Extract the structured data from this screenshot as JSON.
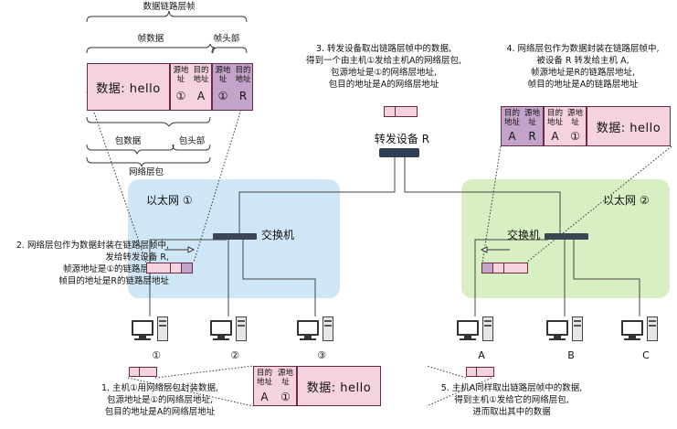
{
  "top_frame": {
    "title": "数据链路层帧",
    "frame_data_label": "帧数据",
    "frame_header_label": "帧头部",
    "packet_data_label": "包数据",
    "packet_header_label": "包头部",
    "network_packet_label": "网络层包",
    "data_cell": "数据: hello",
    "src_addr_label": "源地址",
    "dst_addr_label": "目的地址",
    "src_value": "①",
    "dst_value": "A",
    "frame_src_label": "源地址",
    "frame_dst_label": "目的地址",
    "frame_src_value": "①",
    "frame_dst_value": "R"
  },
  "right_frame": {
    "dst_label": "目的地址",
    "src_label": "源地址",
    "dst_value": "A",
    "src_value": "R",
    "pkt_dst_label": "目的地址",
    "pkt_src_label": "源地址",
    "pkt_dst_value": "A",
    "pkt_src_value": "①",
    "data_cell": "数据: hello"
  },
  "bottom_packet": {
    "dst_label": "目的地址",
    "src_label": "源地址",
    "dst_value": "A",
    "src_value": "①",
    "data_cell": "数据: hello"
  },
  "router": {
    "label": "转发设备 R"
  },
  "networks": {
    "left": "以太网 ①",
    "right": "以太网 ②"
  },
  "switches": {
    "left": "交换机",
    "right": "交换机"
  },
  "hosts": [
    "①",
    "②",
    "③",
    "A",
    "B",
    "C"
  ],
  "steps": {
    "s1": [
      "1. 主机①用网络层包封装数据,",
      "包源地址是①的网络层地址,",
      "包目的地址是A的网络层地址"
    ],
    "s2": [
      "2. 网络层包作为数据封装在链路层帧中,",
      "发给转发设备 R,",
      "帧源地址是①的链路层地址,",
      "帧目的地址是R的链路层地址"
    ],
    "s3": [
      "3. 转发设备取出链路层帧中的数据,",
      "得到一个由主机①发给主机A的网络层包,",
      "包源地址是①的网络层地址,",
      "包目的地址是A的网络层地址"
    ],
    "s4": [
      "4. 网络层包作为数据封装在链路层帧中,",
      "被设备 R 转发给主机 A,",
      "帧源地址是R的链路层地址,",
      "帧目的地址是A的链路层地址"
    ],
    "s5": [
      "5. 主机A同样取出链路层帧中的数据,",
      "得到主机①发给它的网络层包,",
      "进而取出其中的数据"
    ]
  },
  "colors": {
    "left_net": "#cfe6f6",
    "right_net": "#d8efc3",
    "frame_pink": "#f5d2df",
    "frame_purple": "#c3a3c9",
    "border": "#6e2a45"
  }
}
